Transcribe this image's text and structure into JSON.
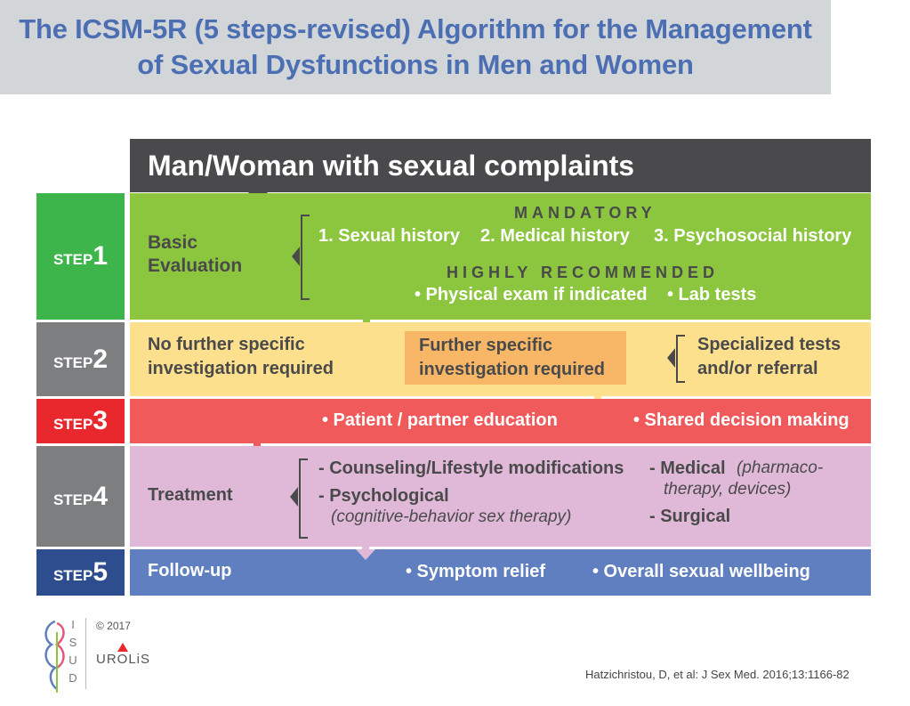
{
  "title": {
    "line1": "The ICSM-5R (5 steps-revised) Algorithm for the Management",
    "line2": "of Sexual Dysfunctions in Men and Women"
  },
  "header": "Man/Woman with sexual complaints",
  "step1": {
    "word": "STEP",
    "num": "1",
    "label1": "Basic",
    "label2": "Evaluation",
    "mandatory": "MANDATORY",
    "items": [
      "1. Sexual history",
      "2. Medical history",
      "3. Psychosocial history"
    ],
    "recommended": "HIGHLY RECOMMENDED",
    "rec_items": [
      "• Physical exam if indicated",
      "• Lab tests"
    ]
  },
  "step2": {
    "word": "STEP",
    "num": "2",
    "left1": "No further specific",
    "left2": "investigation required",
    "mid1": "Further specific",
    "mid2": "investigation required",
    "right1": "Specialized tests",
    "right2": "and/or referral"
  },
  "step3": {
    "word": "STEP",
    "num": "3",
    "item1": "• Patient / partner education",
    "item2": "• Shared decision making"
  },
  "step4": {
    "word": "STEP",
    "num": "4",
    "label": "Treatment",
    "counseling": "- Counseling/Lifestyle modifications",
    "psych": "- Psychological",
    "psych_sub": "(cognitive-behavior sex therapy)",
    "medical": "- Medical",
    "medical_sub1": "(pharmaco-",
    "medical_sub2": "therapy, devices)",
    "surgical": "- Surgical"
  },
  "step5": {
    "word": "STEP",
    "num": "5",
    "label": "Follow-up",
    "item1": "• Symptom relief",
    "item2": "• Overall sexual wellbeing"
  },
  "footer": {
    "copyright": "© 2017",
    "logo_isud": [
      "I",
      "S",
      "U",
      "D"
    ],
    "logo_urolis": "UROLiS",
    "citation": "Hatzichristou, D, et al: J Sex Med. 2016;13:1166-82"
  },
  "colors": {
    "title_bg": "#d3d6d9",
    "title_text": "#4c6fb3",
    "header_bg": "#4a4a4c",
    "step1": "#3db54a",
    "band1": "#8cc63f",
    "step2": "#7d7e80",
    "band2": "#fde08e",
    "step3": "#e8282c",
    "band3": "#f05a5b",
    "step4": "#7d7e80",
    "band4": "#e0b9d8",
    "step5": "#2e4d8e",
    "band5": "#5f7fc1",
    "highlight": "#f8b766"
  }
}
